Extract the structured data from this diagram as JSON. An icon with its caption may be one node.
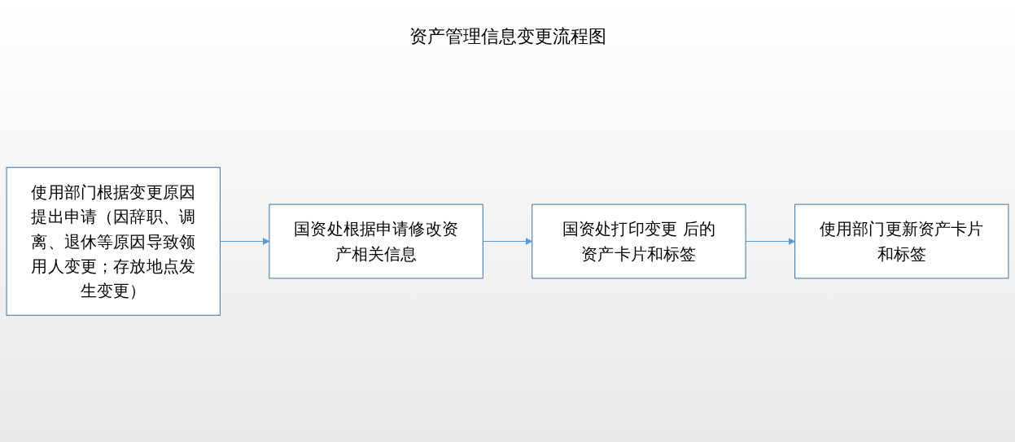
{
  "diagram": {
    "title": "资产管理信息变更流程图",
    "nodes": [
      {
        "text": [
          "使用部门根据变更原因提出申请（因辞职、调离、退休等原因导致领用人变更；存放地点发生变更）"
        ]
      },
      {
        "text": [
          "国资处根据申请修改资产相关信息"
        ]
      },
      {
        "text": [
          "国资处打印变更 后的资产卡片和标签"
        ]
      },
      {
        "text": [
          "使用部门更新资产卡片和标签"
        ]
      }
    ],
    "edges": [
      {
        "from": 0,
        "to": 1,
        "arrow": "to"
      },
      {
        "from": 1,
        "to": 2,
        "arrow": "to"
      },
      {
        "from": 2,
        "to": 3,
        "arrow": "to"
      }
    ]
  }
}
